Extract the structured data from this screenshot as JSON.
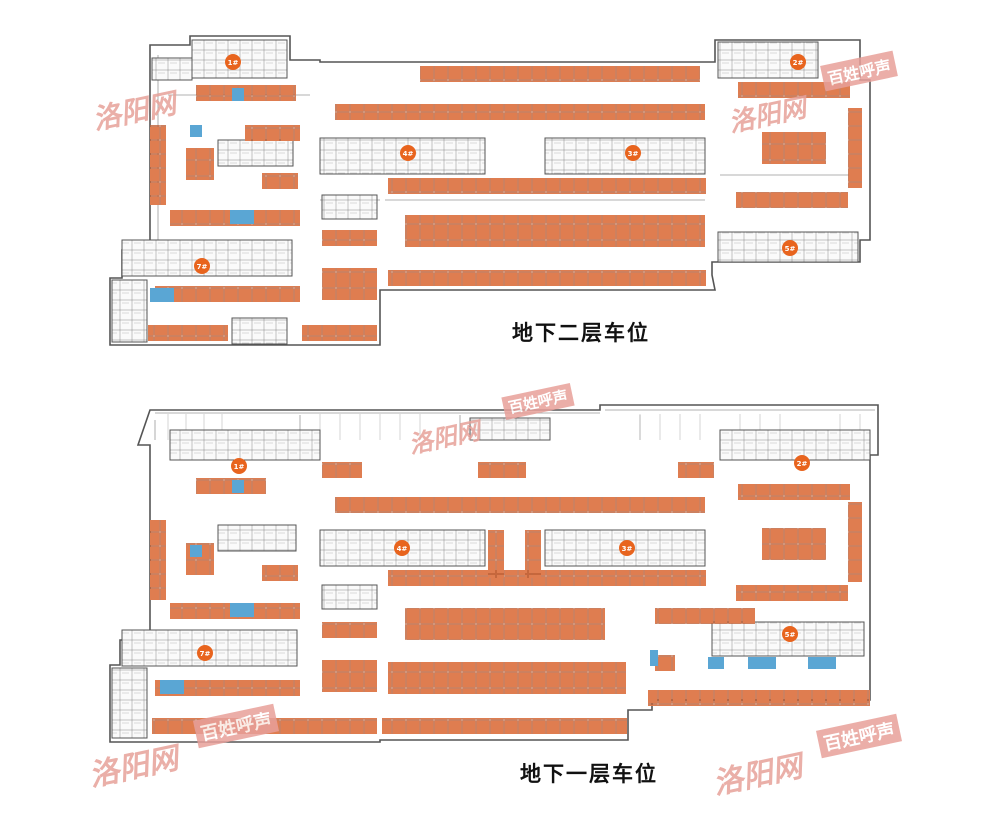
{
  "floors": [
    {
      "id": "b2",
      "caption": "地下二层车位",
      "cores": [
        {
          "label": "1#"
        },
        {
          "label": "2#"
        },
        {
          "label": "3#"
        },
        {
          "label": "4#"
        },
        {
          "label": "5#"
        },
        {
          "label": "7#"
        }
      ]
    },
    {
      "id": "b1",
      "caption": "地下一层车位",
      "cores": [
        {
          "label": "1#"
        },
        {
          "label": "2#"
        },
        {
          "label": "3#"
        },
        {
          "label": "4#"
        },
        {
          "label": "5#"
        },
        {
          "label": "7#"
        }
      ]
    }
  ],
  "watermark": {
    "site": "洛阳网",
    "column": "百姓呼声"
  },
  "colors": {
    "parking_space": "#df7d50",
    "parking_space_edge": "#b5582f",
    "accessible_space": "#5aa6d4",
    "wall": "#555555",
    "core_marker": "#e8641e",
    "watermark": "#e8a09a"
  }
}
